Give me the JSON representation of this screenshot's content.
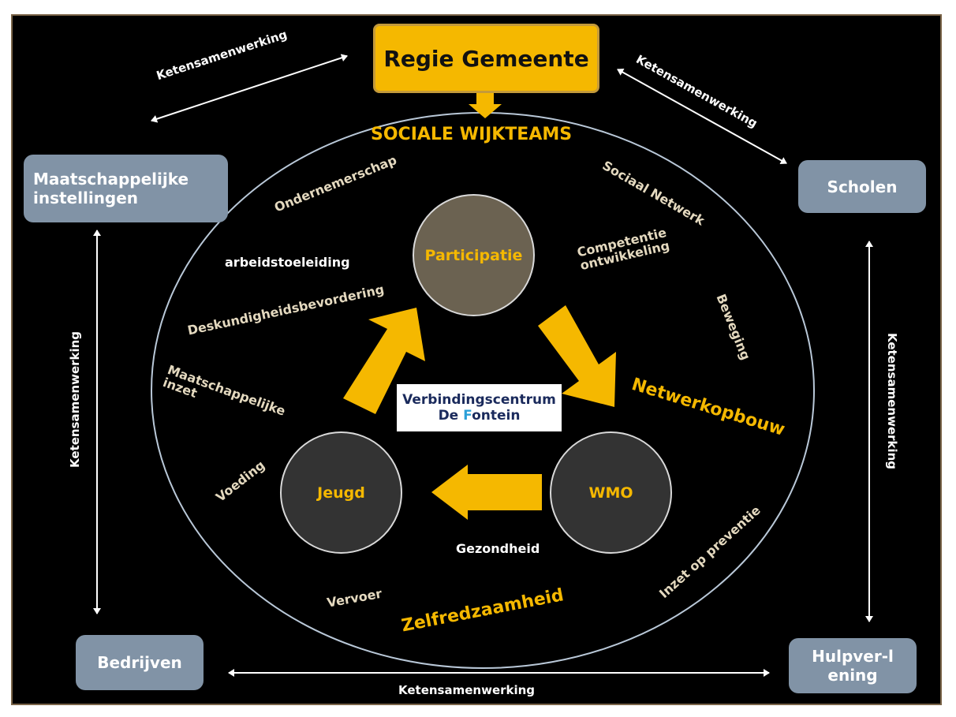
{
  "top_box": {
    "label": "Regie Gemeente"
  },
  "corners": {
    "maatschappelijke": "Maatschappelijke instellingen",
    "scholen": "Scholen",
    "bedrijven": "Bedrijven",
    "hulpverlening": "Hulpver-lening"
  },
  "chain_label": "Ketensamenwerking",
  "oval_title": "SOCIALE WIJKTEAMS",
  "circles": {
    "participatie": "Participatie",
    "jeugd": "Jeugd",
    "wmo": "WMO"
  },
  "center_logo": {
    "line1": "Verbindingscentrum",
    "line2_prefix": "De ",
    "line2_accent": "F",
    "line2_rest": "ontein"
  },
  "themes": {
    "ondernemerschap": "Ondernemerschap",
    "sociaal_netwerk": "Sociaal Netwerk",
    "arbeidstoeleiding": "arbeidstoeleiding",
    "competentie": "Competentie ontwikkeling",
    "deskundigheid": "Deskundigheidsbevordering",
    "beweging": "Beweging",
    "maatschappelijke_inzet": "Maatschappelijke inzet",
    "netwerkopbouw": "Netwerkopbouw",
    "voeding": "Voeding",
    "gezondheid": "Gezondheid",
    "inzet_preventie": "Inzet op preventie",
    "vervoer": "Vervoer",
    "zelfredzaamheid": "Zelfredzaamheid"
  },
  "colors": {
    "background": "#000000",
    "accent": "#f5b800",
    "corner_box": "#8193a6",
    "participatie_fill": "#6b6251",
    "dark_circle": "#333333"
  }
}
